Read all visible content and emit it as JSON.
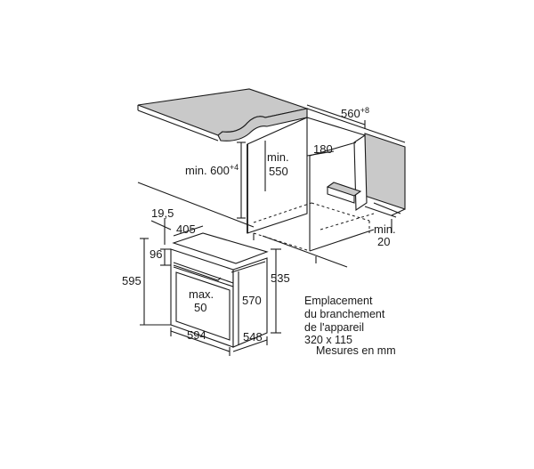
{
  "dimensions": {
    "niche_depth": "560",
    "niche_depth_tol": "+8",
    "niche_height_label": "min. 600",
    "niche_height_tol": "+4",
    "min_550_a": "min.",
    "min_550_b": "550",
    "gap_180": "180",
    "min_20_a": "min.",
    "min_20_b": "20",
    "d_19_5": "19,5",
    "d_405": "405",
    "d_96": "96",
    "d_595": "595",
    "max_50_a": "max.",
    "max_50_b": "50",
    "d_535": "535",
    "d_570": "570",
    "d_594": "594",
    "d_548": "548"
  },
  "note": {
    "line1": "Emplacement",
    "line2": "du branchement",
    "line3": "de l'appareil",
    "line4": "320 x 115",
    "line5": "Mesures en mm"
  }
}
